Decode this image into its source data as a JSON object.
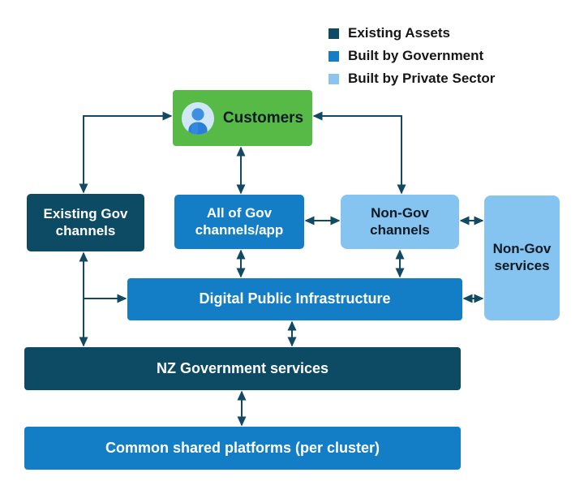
{
  "legend": {
    "items": [
      {
        "label": "Existing Assets",
        "color": "#0d4a63"
      },
      {
        "label": "Built by Government",
        "color": "#137dc5"
      },
      {
        "label": "Built by Private Sector",
        "color": "#8ac4ef"
      }
    ]
  },
  "nodes": {
    "customers": {
      "label": "Customers",
      "color": "#57b946",
      "icon": "person-avatar-icon"
    },
    "existing_gov_channels": {
      "label": "Existing Gov channels",
      "color": "#0d4a63"
    },
    "all_of_gov_channels": {
      "label": "All of Gov channels/app",
      "color": "#137dc5"
    },
    "non_gov_channels": {
      "label": "Non-Gov channels",
      "color": "#85c3f0"
    },
    "non_gov_services": {
      "label": "Non-Gov services",
      "color": "#85c3f0"
    },
    "digital_public_infrastructure": {
      "label": "Digital Public Infrastructure",
      "color": "#137dc5"
    },
    "nz_government_services": {
      "label": "NZ Government services",
      "color": "#0d4a63"
    },
    "common_shared_platforms": {
      "label": "Common shared platforms (per cluster)",
      "color": "#137dc5"
    }
  },
  "connectors": {
    "color": "#134a63",
    "links": [
      {
        "from": "customers",
        "to": "existing_gov_channels",
        "bidirectional": true,
        "shape": "elbow"
      },
      {
        "from": "customers",
        "to": "non_gov_channels",
        "bidirectional": true,
        "shape": "elbow"
      },
      {
        "from": "customers",
        "to": "all_of_gov_channels",
        "bidirectional": true,
        "shape": "straight"
      },
      {
        "from": "all_of_gov_channels",
        "to": "non_gov_channels",
        "bidirectional": true,
        "shape": "straight"
      },
      {
        "from": "non_gov_channels",
        "to": "non_gov_services",
        "bidirectional": true,
        "shape": "straight"
      },
      {
        "from": "all_of_gov_channels",
        "to": "digital_public_infrastructure",
        "bidirectional": true,
        "shape": "straight"
      },
      {
        "from": "non_gov_channels",
        "to": "digital_public_infrastructure",
        "bidirectional": true,
        "shape": "straight"
      },
      {
        "from": "digital_public_infrastructure",
        "to": "non_gov_services",
        "bidirectional": true,
        "shape": "straight"
      },
      {
        "from": "existing_gov_channels",
        "to": "nz_government_services",
        "bidirectional": true,
        "shape": "straight"
      },
      {
        "from": "existing_gov_channels",
        "to": "digital_public_infrastructure",
        "bidirectional": false,
        "shape": "branch"
      },
      {
        "from": "digital_public_infrastructure",
        "to": "nz_government_services",
        "bidirectional": true,
        "shape": "straight"
      },
      {
        "from": "nz_government_services",
        "to": "common_shared_platforms",
        "bidirectional": true,
        "shape": "straight"
      }
    ]
  }
}
